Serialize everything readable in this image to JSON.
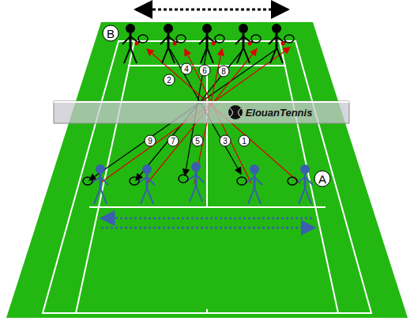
{
  "diagram": {
    "labels": [
      "B",
      "4",
      "6",
      "8",
      "2",
      "ElouanTennis",
      "9",
      "7",
      "5",
      "3",
      "1",
      "A"
    ]
  }
}
